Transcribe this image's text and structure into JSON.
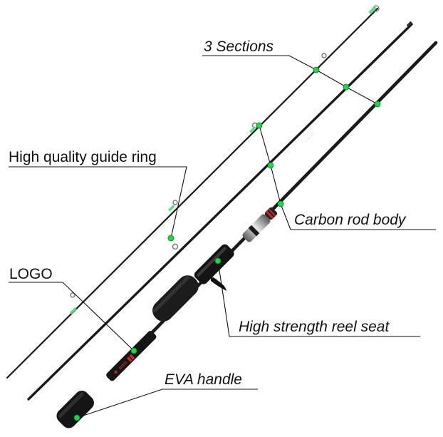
{
  "labels": {
    "sections": "3 Sections",
    "guide_ring": "High quality guide ring",
    "carbon_body": "Carbon  rod body",
    "logo": "LOGO",
    "reel_seat": "High strength reel seat",
    "eva_handle": "EVA handle"
  },
  "colors": {
    "rod": "#1a1a1a",
    "callout_dot": "#22d64a",
    "callout_line": "#111111",
    "logo_red": "#c62828",
    "guide_wrap": "#57e08a"
  }
}
